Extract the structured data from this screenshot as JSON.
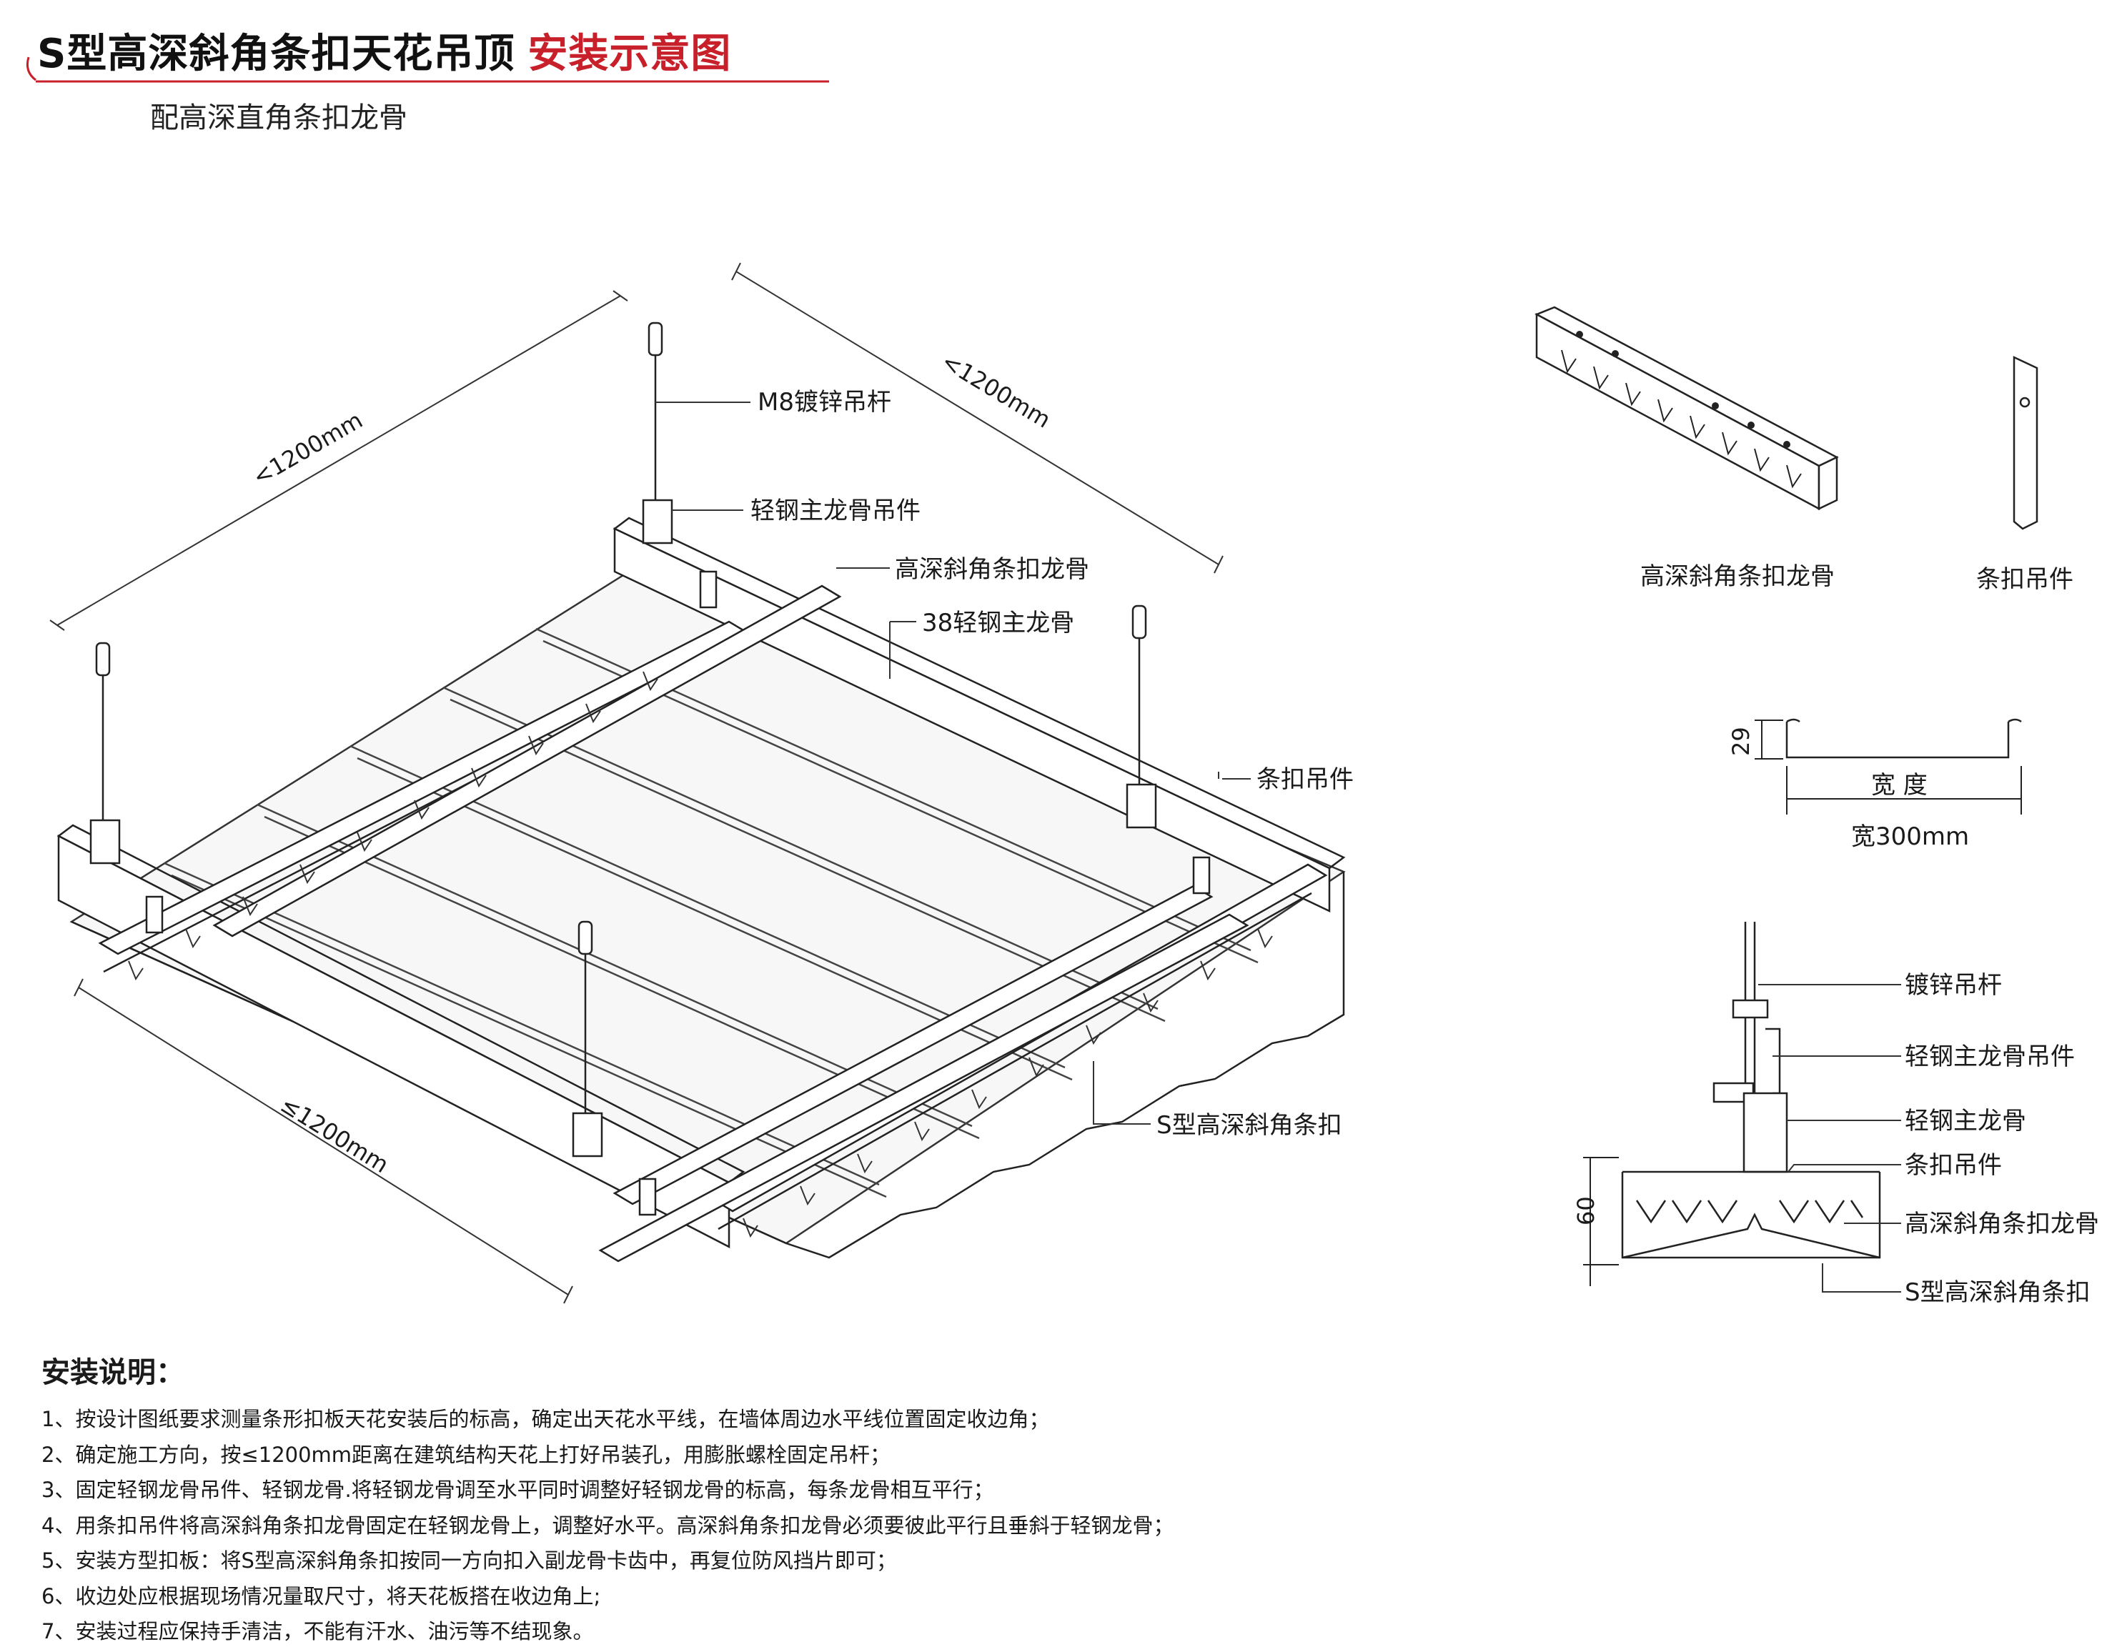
{
  "title": {
    "main": "S型高深斜角条扣天花吊顶",
    "highlight": "安装示意图",
    "accent_color": "#c8202b"
  },
  "subtitle": "配高深直角条扣龙骨",
  "main_diagram": {
    "labels": {
      "rod": "M8镀锌吊杆",
      "main_hanger": "轻钢主龙骨吊件",
      "keel": "高深斜角条扣龙骨",
      "main_keel": "38轻钢主龙骨",
      "strip_hanger": "条扣吊件",
      "panel": "S型高深斜角条扣"
    },
    "dims": {
      "left": "<1200mm",
      "right": "<1200mm",
      "bottom": "≤1200mm"
    }
  },
  "parts": {
    "keel_caption": "高深斜角条扣龙骨",
    "hanger_caption": "条扣吊件"
  },
  "profile": {
    "height_label": "29",
    "width_label": "宽 度",
    "width_value": "宽300mm"
  },
  "section": {
    "height_label": "60",
    "labels": [
      "镀锌吊杆",
      "轻钢主龙骨吊件",
      "轻钢主龙骨",
      "条扣吊件",
      "高深斜角条扣龙骨",
      "S型高深斜角条扣"
    ]
  },
  "notes": {
    "heading": "安装说明：",
    "items": [
      "1、按设计图纸要求测量条形扣板天花安装后的标高，确定出天花水平线，在墙体周边水平线位置固定收边角；",
      "2、确定施工方向，按≤1200mm距离在建筑结构天花上打好吊装孔，用膨胀螺栓固定吊杆；",
      "3、固定轻钢龙骨吊件、轻钢龙骨.将轻钢龙骨调至水平同时调整好轻钢龙骨的标高，每条龙骨相互平行；",
      "4、用条扣吊件将高深斜角条扣龙骨固定在轻钢龙骨上，调整好水平。高深斜角条扣龙骨必须要彼此平行且垂斜于轻钢龙骨；",
      "5、安装方型扣板：将S型高深斜角条扣按同一方向扣入副龙骨卡齿中，再复位防风挡片即可；",
      "6、收边处应根据现场情况量取尺寸，将天花板搭在收边角上;",
      "7、安装过程应保持手清洁，不能有汗水、油污等不结现象。"
    ]
  }
}
